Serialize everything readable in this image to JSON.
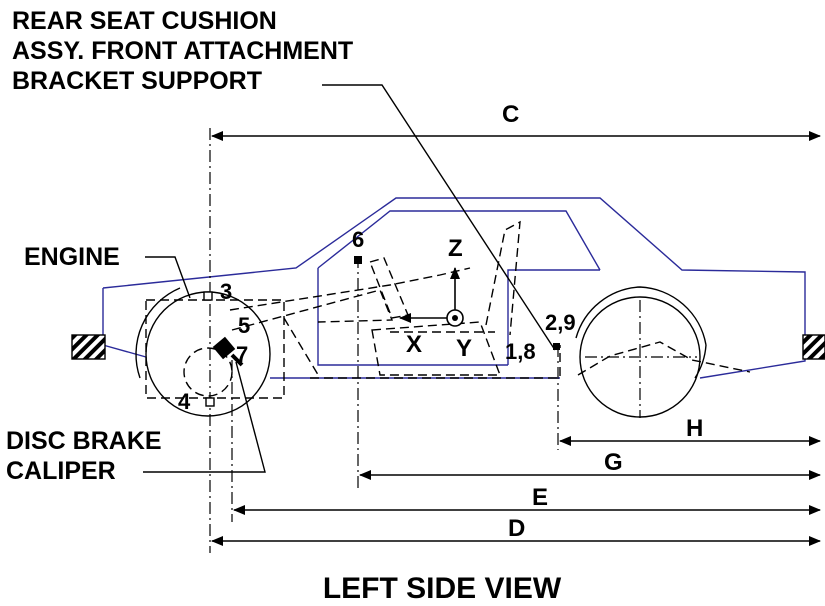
{
  "colors": {
    "line": "#000000",
    "body_outline": "#2b2b9a",
    "background": "#ffffff"
  },
  "callouts": {
    "rear_seat_line1": "REAR SEAT CUSHION",
    "rear_seat_line2": "ASSY. FRONT ATTACHMENT",
    "rear_seat_line3": "BRACKET SUPPORT",
    "engine": "ENGINE",
    "disc_brake_line1": "DISC BRAKE",
    "disc_brake_line2": "CALIPER"
  },
  "dimensions": {
    "c": "C",
    "h": "H",
    "g": "G",
    "e": "E",
    "d": "D"
  },
  "points": {
    "p1_8": "1,8",
    "p2_9": "2,9",
    "p3": "3",
    "p4": "4",
    "p5": "5",
    "p6": "6",
    "p7": "7"
  },
  "axes": {
    "x": "X",
    "y": "Y",
    "z": "Z"
  },
  "title": "LEFT SIDE VIEW"
}
